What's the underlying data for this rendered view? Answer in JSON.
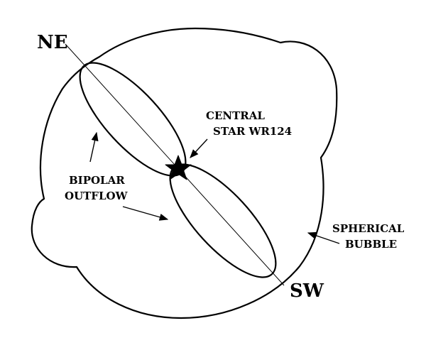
{
  "labels": {
    "ne": "NE",
    "sw": "SW",
    "central_line1": "CENTRAL",
    "central_line2": "STAR WR124",
    "bipolar_line1": "BIPOLAR",
    "bipolar_line2": "OUTFLOW",
    "spherical_line1": "SPHERICAL",
    "spherical_line2": "BUBBLE"
  },
  "colors": {
    "ink": "#000000",
    "background": "#ffffff"
  },
  "icons": {
    "central_star": "star-icon"
  }
}
